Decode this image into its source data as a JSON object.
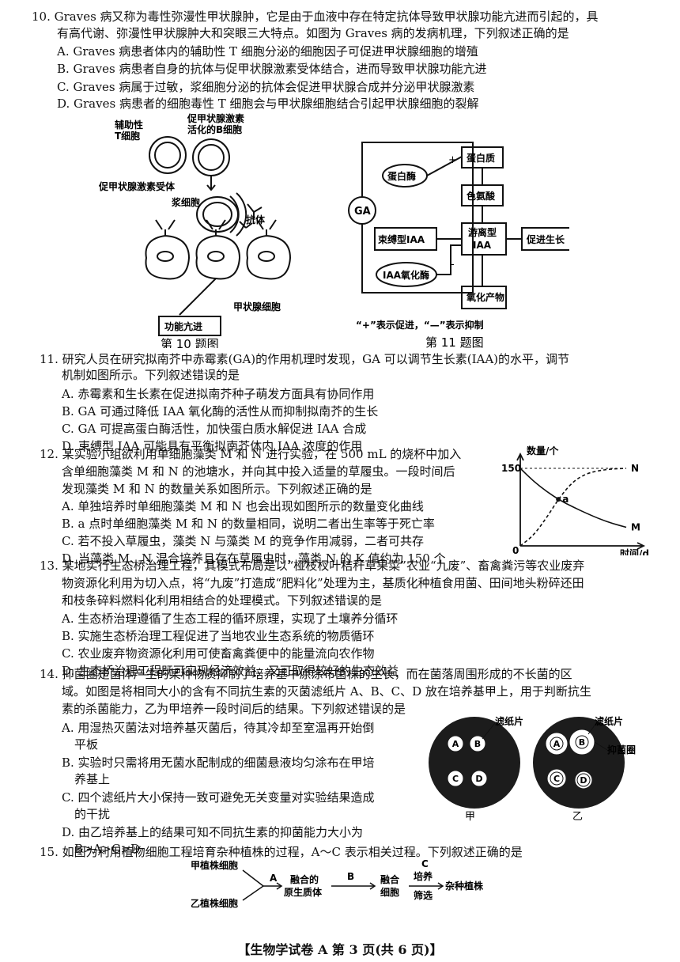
{
  "q10": {
    "stem1": "10. Graves 病又称为毒性弥漫性甲状腺肿，它是由于血液中存在特定抗体导致甲状腺功能亢进而引起的，具",
    "stem2": "有高代谢、弥漫性甲状腺肿大和突眼三大特点。如图为 Graves 病的发病机理，下列叙述正确的是",
    "A": "A. Graves 病患者体内的辅助性 T 细胞分泌的细胞因子可促进甲状腺细胞的增殖",
    "B": "B. Graves 病患者自身的抗体与促甲状腺激素受体结合，进而导致甲状腺功能亢进",
    "C": "C. Graves 病属于过敏，浆细胞分泌的抗体会促进甲状腺合成并分泌甲状腺激素",
    "D": "D. Graves 病患者的细胞毒性 T 细胞会与甲状腺细胞结合引起甲状腺细胞的裂解",
    "fig": {
      "helper_t1": "辅助性",
      "helper_t2": "T细胞",
      "bcell1": "促甲状腺激素",
      "bcell2": "活化的B细胞",
      "receptor": "促甲状腺激素受体",
      "plasma": "浆细胞",
      "antibody": "抗体",
      "thyroid": "甲状腺细胞",
      "result": "功能亢进",
      "caption": "第 10 题图"
    }
  },
  "q11_fig": {
    "ga": "GA",
    "protease": "蛋白酶",
    "protein": "蛋白质",
    "tryptophan": "色氨酸",
    "bound_iaa": "束缚型IAA",
    "free_iaa1": "游离型",
    "free_iaa2": "IAA",
    "growth": "促进生长",
    "oxidase": "IAA氧化酶",
    "product": "氧化产物",
    "plus": "+",
    "minus": "-",
    "legend": "“+”表示促进，“—”表示抑制",
    "caption": "第 11 题图"
  },
  "q11": {
    "stem1": "11. 研究人员在研究拟南芥中赤霉素(GA)的作用机理时发现，GA 可以调节生长素(IAA)的水平，调节",
    "stem2": "机制如图所示。下列叙述错误的是",
    "A": "A. 赤霉素和生长素在促进拟南芥种子萌发方面具有协同作用",
    "B": "B. GA 可通过降低 IAA 氧化酶的活性从而抑制拟南芥的生长",
    "C": "C. GA 可提高蛋白酶活性，加快蛋白质水解促进 IAA 合成",
    "D": "D. 束缚型 IAA 可能具有平衡拟南芥体内 IAA 浓度的作用"
  },
  "q12": {
    "stem1": "12. 某实验小组欲利用单细胞藻类 M 和 N 进行实验，在 500 mL 的烧杯中加入",
    "stem2": "含单细胞藻类 M 和 N 的池塘水，并向其中投入适量的草履虫。一段时间后",
    "stem3": "发现藻类 M 和 N 的数量关系如图所示。下列叙述正确的是",
    "A": "A. 单独培养时单细胞藻类 M 和 N 也会出现如图所示的数量变化曲线",
    "B": "B. a 点时单细胞藻类 M 和 N 的数量相同，说明二者出生率等于死亡率",
    "C": "C. 若不投入草履虫，藻类 N 与藻类 M 的竞争作用减弱，二者可共存",
    "D": "D. 当藻类 M、N 混合培养且存在草履虫时，藻类 N 的 K 值约为 150 个"
  },
  "chart_data": {
    "type": "line",
    "ylabel": "数量/个",
    "xlabel": "时间/d",
    "y_tick": "150",
    "origin": "0",
    "point_label": "a",
    "series": [
      {
        "name": "N",
        "style": "dashed",
        "values": [
          0,
          20,
          55,
          95,
          125,
          140,
          146,
          149,
          150
        ]
      },
      {
        "name": "M",
        "style": "solid",
        "values": [
          150,
          125,
          105,
          88,
          75,
          63,
          52,
          43,
          36
        ]
      }
    ]
  },
  "q13": {
    "stem1": "13. 某地实行生态桥治理工程，其模式布局是以“桠枝杈叶秸秆草果菜”农业“九废”、畜禽粪污等农业废弃",
    "stem2": "物资源化利用为切入点，将“九废”打造成“肥料化”处理为主，基质化种植食用菌、田间地头粉碎还田",
    "stem3": "和枝条碎料燃料化利用相结合的处理模式。下列叙述错误的是",
    "A": "A. 生态桥治理遵循了生态工程的循环原理，实现了土壤养分循环",
    "B": "B. 实施生态桥治理工程促进了当地农业生态系统的物质循环",
    "C": "C. 农业废弃物资源化利用可使畜禽粪便中的能量流向农作物",
    "D": "D. 生态桥治理工程既可实现经济效益，又可取得较好的生态效益"
  },
  "q14": {
    "stem1": "14. 抑菌圈是菌体产生的某种物质抑制了培养基中原涂布菌株的生长，而在菌落周围形成的不长菌的区",
    "stem2": "域。如图是将相同大小的含有不同抗生素的灭菌滤纸片 A、B、C、D 放在培养基甲上，用于判断抗生",
    "stem3": "素的杀菌能力，乙为甲培养一段时间后的结果。下列叙述错误的是",
    "A1": "A. 用湿热灭菌法对培养基灭菌后，待其冷却至室温再开始倒",
    "A2": "平板",
    "B1": "B. 实验时只需将用无菌水配制成的细菌悬液均匀涂布在甲培",
    "B2": "养基上",
    "C1": "C. 四个滤纸片大小保持一致可避免无关变量对实验结果造成",
    "C2": "的干扰",
    "D1": "D. 由乙培养基上的结果可知不同抗生素的抑菌能力大小为",
    "D2": "B>A>C>D",
    "fig": {
      "filter": "滤纸片",
      "zone": "抑菌圈",
      "dishA": "A",
      "dishB": "B",
      "dishC": "C",
      "dishD": "D",
      "jia": "甲",
      "yi": "乙"
    }
  },
  "q15": {
    "stem": "15. 如图为利用植物细胞工程培育杂种植株的过程，A～C 表示相关过程。下列叙述正确的是",
    "fig": {
      "plant_a": "甲植株细胞",
      "plant_b": "乙植株细胞",
      "stepA": "A",
      "fused1": "融合的",
      "fused2": "原生质体",
      "stepB": "B",
      "cell1": "融合",
      "cell2": "细胞",
      "stepC": "C",
      "culture": "培养",
      "screen": "筛选",
      "hybrid": "杂种植株"
    }
  },
  "footer": "【生物学试卷 A  第 3 页(共 6 页)】"
}
